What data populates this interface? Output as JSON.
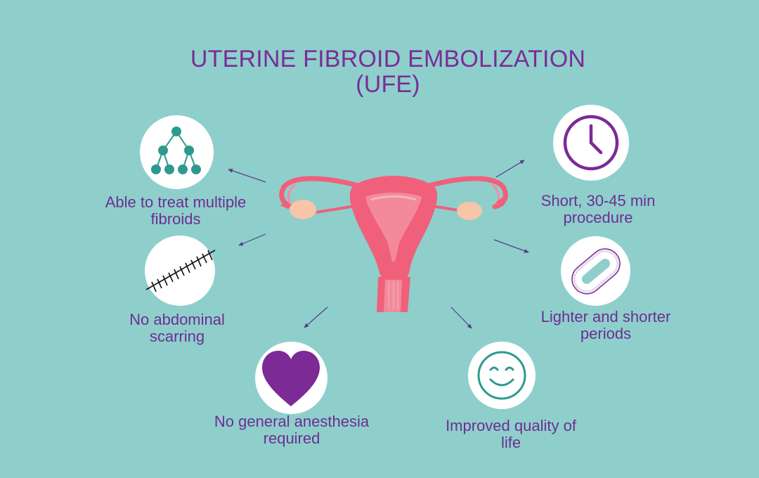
{
  "title": {
    "line1": "UTERINE FIBROID EMBOLIZATION",
    "line2": "(UFE)"
  },
  "benefits": [
    {
      "icon": "tree-diagram-icon",
      "line1": "Able to treat multiple",
      "line2": "fibroids"
    },
    {
      "icon": "stitched-scar-icon",
      "line1": "No abdominal",
      "line2": "scarring"
    },
    {
      "icon": "heart-icon",
      "line1": "No general anesthesia",
      "line2": "required"
    },
    {
      "icon": "clock-icon",
      "line1": "Short, 30-45 min",
      "line2": "procedure"
    },
    {
      "icon": "sanitary-pad-icon",
      "line1": "Lighter and shorter",
      "line2": "periods"
    },
    {
      "icon": "smiley-face-icon",
      "line1": "Improved quality of",
      "line2": "life"
    }
  ],
  "colors": {
    "background": "#8ecfcc",
    "text": "#6e2e92",
    "heart": "#7b2a96",
    "icon_teal": "#2e9a8f",
    "uterus": "#f0607a",
    "ovary": "#f7c5a8"
  }
}
